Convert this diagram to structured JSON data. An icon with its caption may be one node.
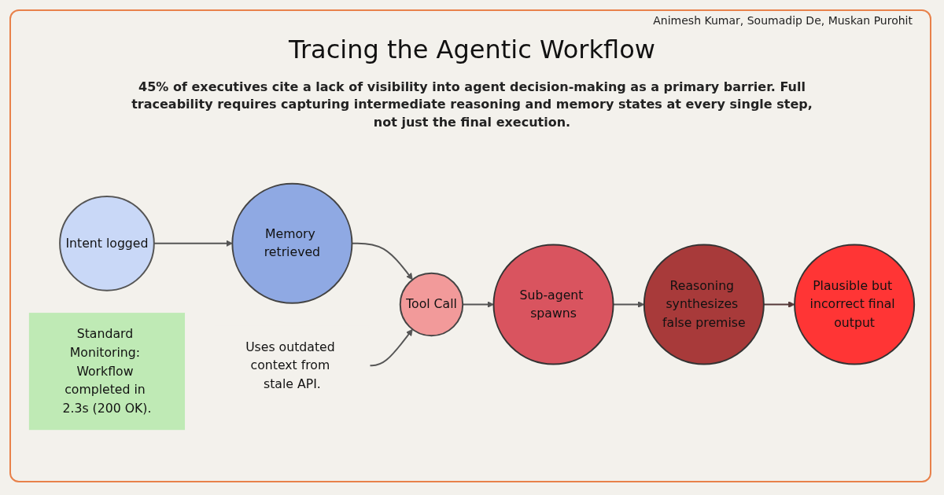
{
  "diagram": {
    "title": "Tracing the Agentic Workflow",
    "nodes": [
      {
        "text": [
          "Intent logged"
        ]
      },
      {
        "text": [
          "Memory retrieved"
        ]
      },
      {
        "text": [
          "Tool Call"
        ]
      },
      {
        "text": [
          "Sub-agent spawns"
        ]
      },
      {
        "text": [
          "Reasoning synthesizes false premise"
        ]
      },
      {
        "text": [
          "Plausible but incorrect final output"
        ]
      },
      {
        "text": [
          "Uses outdated context from stale API."
        ]
      },
      {
        "text": [
          "Standard Monitoring: Workflow completed in 2.3s (200 OK)."
        ]
      }
    ],
    "edges": [
      {
        "from": 0,
        "to": 1,
        "arrow": "to"
      },
      {
        "from": 1,
        "to": 2,
        "arrow": "to"
      },
      {
        "from": 2,
        "to": 3,
        "arrow": "to"
      },
      {
        "from": 3,
        "to": 4,
        "arrow": "to"
      },
      {
        "from": 4,
        "to": 5,
        "arrow": "to",
        "color": "#553838"
      },
      {
        "from": 6,
        "to": 2,
        "arrow": "to"
      }
    ],
    "labels": [
      "Animesh Kumar, Soumadip De, Muskan Purohit",
      "45% of executives cite a lack of visibility into agent decision-making as a primary barrier. Full traceability requires capturing intermediate reasoning and memory states at every single step, not just the final execution."
    ]
  }
}
